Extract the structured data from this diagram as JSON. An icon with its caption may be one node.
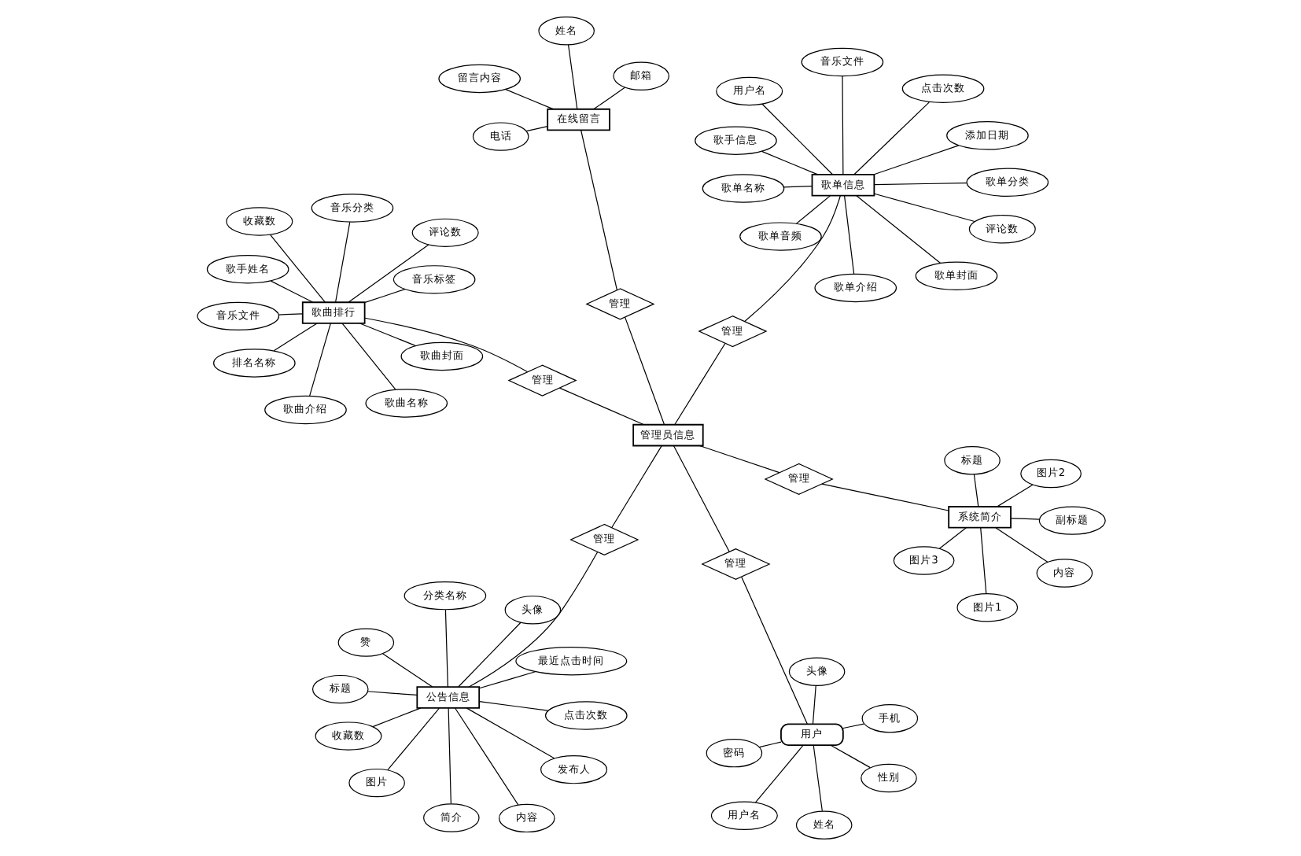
{
  "diagram": {
    "nodes": [
      {
        "text": [
          "用户"
        ]
      },
      {
        "text": [
          "姓名"
        ]
      },
      {
        "text": [
          "性别"
        ]
      },
      {
        "text": [
          "密码"
        ]
      },
      {
        "text": [
          "头像"
        ]
      },
      {
        "text": [
          "用户名"
        ]
      },
      {
        "text": [
          "手机"
        ]
      },
      {
        "text": [
          "管理"
        ]
      },
      {
        "text": [
          "系统简介"
        ]
      },
      {
        "text": [
          "内容"
        ]
      },
      {
        "text": [
          "副标题"
        ]
      },
      {
        "text": [
          "标题"
        ]
      },
      {
        "text": [
          "图片1"
        ]
      },
      {
        "text": [
          "图片2"
        ]
      },
      {
        "text": [
          "图片3"
        ]
      },
      {
        "text": [
          "管理"
        ]
      },
      {
        "text": [
          "在线留言"
        ]
      },
      {
        "text": [
          "姓名"
        ]
      },
      {
        "text": [
          "邮箱"
        ]
      },
      {
        "text": [
          "电话"
        ]
      },
      {
        "text": [
          "留言内容"
        ]
      },
      {
        "text": [
          "管理"
        ]
      },
      {
        "text": [
          "管理员信息"
        ]
      },
      {
        "text": [
          "公告信息"
        ]
      },
      {
        "text": [
          "发布人"
        ]
      },
      {
        "text": [
          "分类名称"
        ]
      },
      {
        "text": [
          "简介"
        ]
      },
      {
        "text": [
          "标题"
        ]
      },
      {
        "text": [
          "头像"
        ]
      },
      {
        "text": [
          "点击次数"
        ]
      },
      {
        "text": [
          "最近点击时间"
        ]
      },
      {
        "text": [
          "赞"
        ]
      },
      {
        "text": [
          "收藏数"
        ]
      },
      {
        "text": [
          "图片"
        ]
      },
      {
        "text": [
          "内容"
        ]
      },
      {
        "text": [
          "管理"
        ]
      },
      {
        "text": [
          "歌单信息"
        ]
      },
      {
        "text": [
          "歌单名称"
        ]
      },
      {
        "text": [
          "歌单分类"
        ]
      },
      {
        "text": [
          "歌手信息"
        ]
      },
      {
        "text": [
          "歌单封面"
        ]
      },
      {
        "text": [
          "歌单音频"
        ]
      },
      {
        "text": [
          "音乐文件"
        ]
      },
      {
        "text": [
          "歌单介绍"
        ]
      },
      {
        "text": [
          "评论数"
        ]
      },
      {
        "text": [
          "点击次数"
        ]
      },
      {
        "text": [
          "用户名"
        ]
      },
      {
        "text": [
          "添加日期"
        ]
      },
      {
        "text": [
          "管理"
        ]
      },
      {
        "text": [
          "管理"
        ]
      },
      {
        "text": [
          "歌曲排行"
        ]
      },
      {
        "text": [
          "收藏数"
        ]
      },
      {
        "text": [
          "排名名称"
        ]
      },
      {
        "text": [
          "评论数"
        ]
      },
      {
        "text": [
          "歌曲名称"
        ]
      },
      {
        "text": [
          "歌曲介绍"
        ]
      },
      {
        "text": [
          "歌曲封面"
        ]
      },
      {
        "text": [
          "音乐分类"
        ]
      },
      {
        "text": [
          "歌手姓名"
        ]
      },
      {
        "text": [
          "音乐文件"
        ]
      },
      {
        "text": [
          "音乐标签"
        ]
      }
    ],
    "edges": [
      {
        "from": 1,
        "to": 0,
        "arrow": "none"
      },
      {
        "from": 2,
        "to": 0,
        "arrow": "none"
      },
      {
        "from": 3,
        "to": 0,
        "arrow": "none"
      },
      {
        "from": 4,
        "to": 0,
        "arrow": "none"
      },
      {
        "from": 5,
        "to": 0,
        "arrow": "none"
      },
      {
        "from": 6,
        "to": 0,
        "arrow": "none"
      },
      {
        "from": 0,
        "to": 7,
        "arrow": "none"
      },
      {
        "from": 7,
        "to": 22,
        "arrow": "none"
      },
      {
        "from": 9,
        "to": 8,
        "arrow": "none"
      },
      {
        "from": 10,
        "to": 8,
        "arrow": "none"
      },
      {
        "from": 11,
        "to": 8,
        "arrow": "none"
      },
      {
        "from": 12,
        "to": 8,
        "arrow": "none"
      },
      {
        "from": 13,
        "to": 8,
        "arrow": "none"
      },
      {
        "from": 14,
        "to": 8,
        "arrow": "none"
      },
      {
        "from": 8,
        "to": 15,
        "arrow": "none"
      },
      {
        "from": 15,
        "to": 22,
        "arrow": "none"
      },
      {
        "from": 17,
        "to": 16,
        "arrow": "none"
      },
      {
        "from": 18,
        "to": 16,
        "arrow": "none"
      },
      {
        "from": 19,
        "to": 16,
        "arrow": "none"
      },
      {
        "from": 20,
        "to": 16,
        "arrow": "none"
      },
      {
        "from": 21,
        "to": 16,
        "arrow": "none"
      },
      {
        "from": 22,
        "to": 21,
        "arrow": "none"
      },
      {
        "from": 24,
        "to": 23,
        "arrow": "none"
      },
      {
        "from": 25,
        "to": 23,
        "arrow": "none"
      },
      {
        "from": 26,
        "to": 23,
        "arrow": "none"
      },
      {
        "from": 27,
        "to": 23,
        "arrow": "none"
      },
      {
        "from": 28,
        "to": 23,
        "arrow": "none"
      },
      {
        "from": 29,
        "to": 23,
        "arrow": "none"
      },
      {
        "from": 30,
        "to": 23,
        "arrow": "none"
      },
      {
        "from": 31,
        "to": 23,
        "arrow": "none"
      },
      {
        "from": 32,
        "to": 23,
        "arrow": "none"
      },
      {
        "from": 33,
        "to": 23,
        "arrow": "none"
      },
      {
        "from": 34,
        "to": 23,
        "arrow": "none"
      },
      {
        "from": 23,
        "to": 35,
        "arrow": "none"
      },
      {
        "from": 35,
        "to": 22,
        "arrow": "none"
      },
      {
        "from": 37,
        "to": 36,
        "arrow": "none"
      },
      {
        "from": 38,
        "to": 36,
        "arrow": "none"
      },
      {
        "from": 39,
        "to": 36,
        "arrow": "none"
      },
      {
        "from": 40,
        "to": 36,
        "arrow": "none"
      },
      {
        "from": 41,
        "to": 36,
        "arrow": "none"
      },
      {
        "from": 42,
        "to": 36,
        "arrow": "none"
      },
      {
        "from": 43,
        "to": 36,
        "arrow": "none"
      },
      {
        "from": 44,
        "to": 36,
        "arrow": "none"
      },
      {
        "from": 45,
        "to": 36,
        "arrow": "none"
      },
      {
        "from": 46,
        "to": 36,
        "arrow": "none"
      },
      {
        "from": 47,
        "to": 36,
        "arrow": "none"
      },
      {
        "from": 22,
        "to": 48,
        "arrow": "none"
      },
      {
        "from": 48,
        "to": 36,
        "arrow": "none"
      },
      {
        "from": 22,
        "to": 49,
        "arrow": "none"
      },
      {
        "from": 49,
        "to": 50,
        "arrow": "none"
      },
      {
        "from": 51,
        "to": 50,
        "arrow": "none"
      },
      {
        "from": 52,
        "to": 50,
        "arrow": "none"
      },
      {
        "from": 53,
        "to": 50,
        "arrow": "none"
      },
      {
        "from": 54,
        "to": 50,
        "arrow": "none"
      },
      {
        "from": 55,
        "to": 50,
        "arrow": "none"
      },
      {
        "from": 56,
        "to": 50,
        "arrow": "none"
      },
      {
        "from": 57,
        "to": 50,
        "arrow": "none"
      },
      {
        "from": 58,
        "to": 50,
        "arrow": "none"
      },
      {
        "from": 59,
        "to": 50,
        "arrow": "none"
      },
      {
        "from": 60,
        "to": 50,
        "arrow": "none"
      }
    ]
  }
}
